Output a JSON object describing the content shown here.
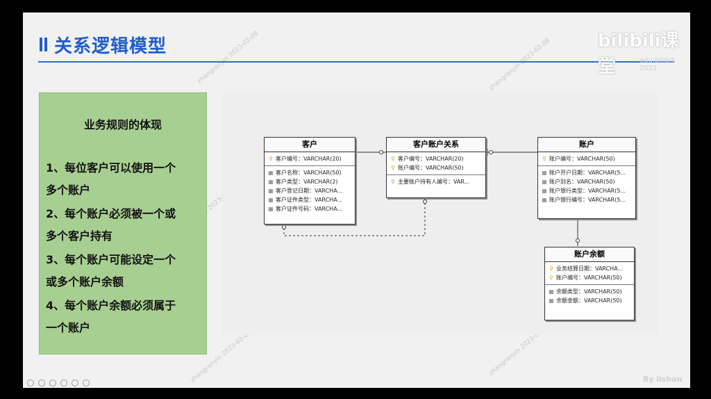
{
  "slide": {
    "title": "关系逻辑模型",
    "brand": "bilibili课堂",
    "brand_sub": "edu.bilibili 2021",
    "footer_author": "By lishan",
    "watermark": "zhangranyin 2023-02-08"
  },
  "rules_panel": {
    "heading": "业务规则的体现",
    "lines": [
      "1、每位客户可以使用一个",
      "多个账户",
      "2、每个账户必须被一个或",
      "多个客户持有",
      "3、每个账户可能设定一个",
      "或多个账户余额",
      "4、每个账户余额必须属于",
      "一个账户"
    ]
  },
  "entities": {
    "customer": {
      "name": "客户",
      "keys": [
        {
          "icon": "pk-key-icon",
          "text": "客户编号：VARCHAR(20)"
        }
      ],
      "attrs": [
        {
          "icon": "column-icon",
          "text": "客户名称：VARCHAR(50)"
        },
        {
          "icon": "column-icon",
          "text": "客户类型：VARCHAR(2)"
        },
        {
          "icon": "column-icon",
          "text": "客户登记日期：VARCHA..."
        },
        {
          "icon": "column-icon",
          "text": "客户证件类型：VARCHA..."
        },
        {
          "icon": "column-icon",
          "text": "客户证件号码：VARCHA..."
        }
      ]
    },
    "relation": {
      "name": "客户账户关系",
      "keys": [
        {
          "icon": "pfk-key-icon",
          "text": "客户编号：VARCHAR(20)"
        },
        {
          "icon": "pfk-key-icon",
          "text": "账户编号：VARCHAR(50)"
        }
      ],
      "attrs": [
        {
          "icon": "fk-icon",
          "text": "主要账户持有人编号：VAR..."
        }
      ]
    },
    "account": {
      "name": "账户",
      "keys": [
        {
          "icon": "pk-key-icon",
          "text": "账户编号：VARCHAR(50)"
        }
      ],
      "attrs": [
        {
          "icon": "column-icon",
          "text": "账户开户日期：VARCHAR(5..."
        },
        {
          "icon": "column-icon",
          "text": "账户别名：VARCHAR(50)"
        },
        {
          "icon": "column-icon",
          "text": "账户银行类型：VARCHAR(5..."
        },
        {
          "icon": "column-icon",
          "text": "账户银行编号：VARCHAR(5..."
        }
      ]
    },
    "balance": {
      "name": "账户余额",
      "keys": [
        {
          "icon": "pk-key-icon",
          "text": "业务结算日期：VARCHA..."
        },
        {
          "icon": "pfk-key-icon",
          "text": "账户编号：VARCHAR(50)"
        }
      ],
      "attrs": [
        {
          "icon": "column-icon",
          "text": "余额类型：VARCHAR(50)"
        },
        {
          "icon": "column-icon",
          "text": "余额金额：VARCHAR(50)"
        }
      ]
    }
  }
}
